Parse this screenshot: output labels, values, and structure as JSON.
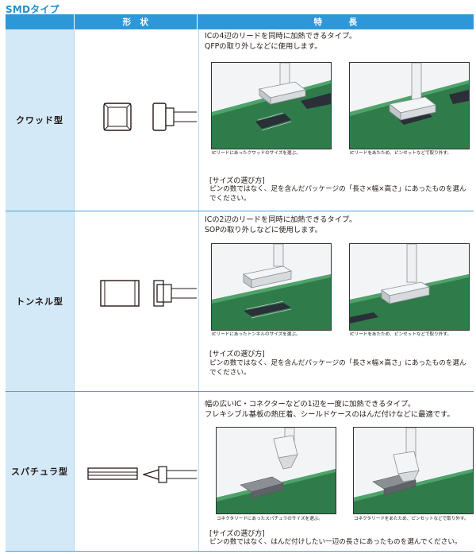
{
  "page_title": "SMDタイプ",
  "header": {
    "shape": "形　状",
    "feature": "特　　　長"
  },
  "rows": [
    {
      "name": "クワッド型",
      "desc_line1": "ICの4辺のリードを同時に加熱できるタイプ。",
      "desc_line2": "QFPの取り外しなどに使用します。",
      "caption_left": "ICリードにあったクワッドのサイズを選ぶ。",
      "caption_right": "ICリードをあたため、ピンセットなどで取り外す。",
      "selection_title": "[サイズの選び方]",
      "selection_text": "ピンの数ではなく、足を含んだパッケージの「長さ×幅×高さ」にあったものを選んでください。"
    },
    {
      "name": "トンネル型",
      "desc_line1": "ICの2辺のリードを同時に加熱できるタイプ。",
      "desc_line2": "SOPの取り外しなどに使用します。",
      "caption_left": "ICリードにあったトンネルのサイズを選ぶ。",
      "caption_right": "ICリードをあたため、ピンセットなどで取り外す。",
      "selection_title": "[サイズの選び方]",
      "selection_text": "ピンの数ではなく、足を含んだパッケージの「長さ×幅×高さ」にあったものを選んでください。"
    },
    {
      "name": "スパチュラ型",
      "desc_line1": "幅の広いIC・コネクターなどの1辺を一度に加熱できるタイプ。",
      "desc_line2": "フレキシブル基板の熱圧着、シールドケースのはんだ付けなどに最適です。",
      "caption_left": "コネクタリードにあったスパチュラのサイズを選ぶ。",
      "caption_right": "コネクタリードをあたため、ピンセットなどで取り外す。",
      "selection_title": "[サイズの選び方]",
      "selection_text": "ピンの数ではなく、はんだ付けしたい一辺の長さにあったものを選んでください。"
    }
  ]
}
